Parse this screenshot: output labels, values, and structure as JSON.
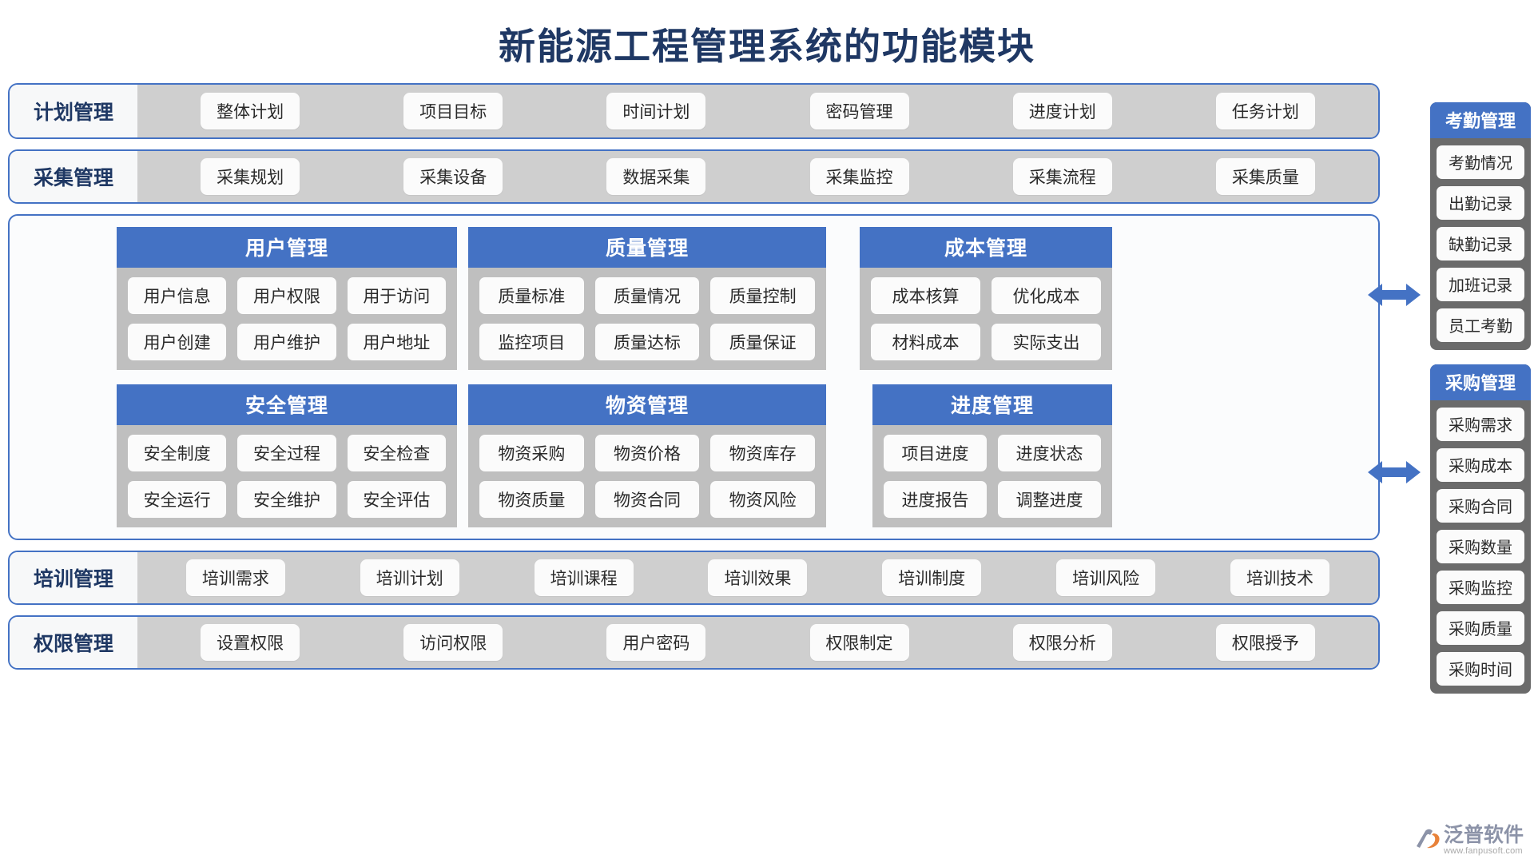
{
  "title": "新能源工程管理系统的功能模块",
  "colors": {
    "title": "#1f3864",
    "accent": "#4472c4",
    "band_items_bg": "#cfcfcf",
    "module_body_bg": "#bfbfbf",
    "sidebar_panel_bg": "#6b6b6b",
    "chip_bg": "#fbfbfb"
  },
  "bands": [
    {
      "label": "计划管理",
      "items": [
        "整体计划",
        "项目目标",
        "时间计划",
        "密码管理",
        "进度计划",
        "任务计划"
      ]
    },
    {
      "label": "采集管理",
      "items": [
        "采集规划",
        "采集设备",
        "数据采集",
        "采集监控",
        "采集流程",
        "采集质量"
      ]
    }
  ],
  "bottom_bands": [
    {
      "label": "培训管理",
      "items": [
        "培训需求",
        "培训计划",
        "培训课程",
        "培训效果",
        "培训制度",
        "培训风险",
        "培训技术"
      ]
    },
    {
      "label": "权限管理",
      "items": [
        "设置权限",
        "访问权限",
        "用户密码",
        "权限制定",
        "权限分析",
        "权限授予"
      ]
    }
  ],
  "modules": [
    {
      "header": "用户管理",
      "rows": [
        [
          "用户信息",
          "用户权限",
          "用于访问"
        ],
        [
          "用户创建",
          "用户维护",
          "用户地址"
        ]
      ]
    },
    {
      "header": "质量管理",
      "rows": [
        [
          "质量标准",
          "质量情况",
          "质量控制"
        ],
        [
          "监控项目",
          "质量达标",
          "质量保证"
        ]
      ]
    },
    {
      "header": "成本管理",
      "rows": [
        [
          "成本核算",
          "优化成本"
        ],
        [
          "材料成本",
          "实际支出"
        ]
      ]
    },
    {
      "header": "安全管理",
      "rows": [
        [
          "安全制度",
          "安全过程",
          "安全检查"
        ],
        [
          "安全运行",
          "安全维护",
          "安全评估"
        ]
      ]
    },
    {
      "header": "物资管理",
      "rows": [
        [
          "物资采购",
          "物资价格",
          "物资库存"
        ],
        [
          "物资质量",
          "物资合同",
          "物资风险"
        ]
      ]
    },
    {
      "header": "进度管理",
      "rows": [
        [
          "项目进度",
          "进度状态"
        ],
        [
          "进度报告",
          "调整进度"
        ]
      ]
    }
  ],
  "sidebar": [
    {
      "header": "考勤管理",
      "items": [
        "考勤情况",
        "出勤记录",
        "缺勤记录",
        "加班记录",
        "员工考勤"
      ]
    },
    {
      "header": "采购管理",
      "items": [
        "采购需求",
        "采购成本",
        "采购合同",
        "采购数量",
        "采购监控",
        "采购质量",
        "采购时间"
      ]
    }
  ],
  "logo": {
    "name": "泛普软件",
    "url": "www.fanpusoft.com"
  }
}
